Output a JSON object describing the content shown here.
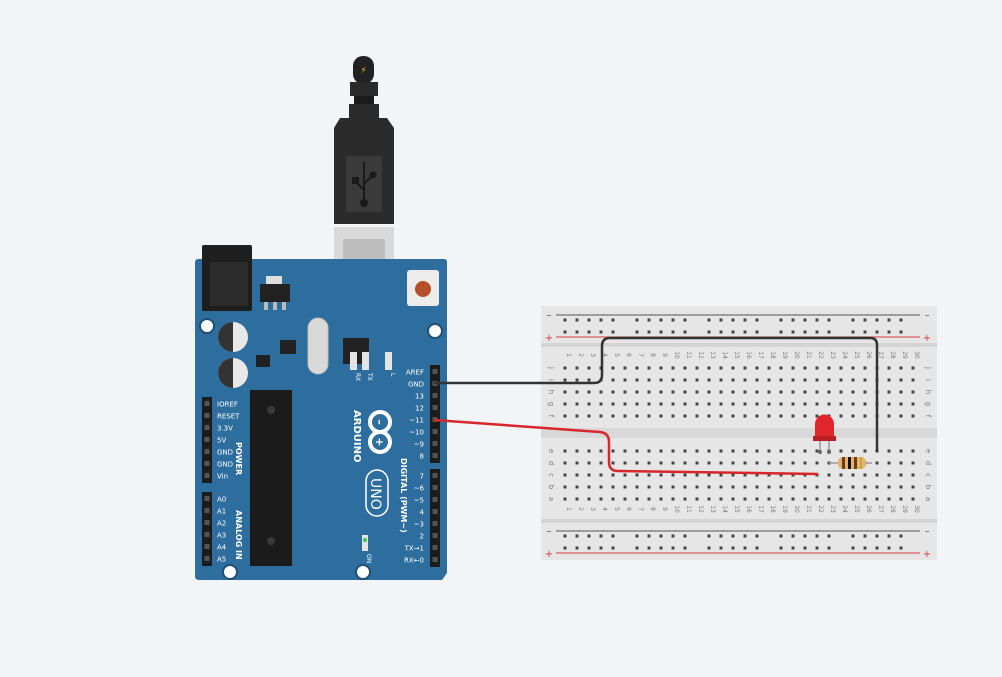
{
  "colors": {
    "background": "#f3f4f6",
    "board": "#2e6e9e",
    "board_dark": "#1f4f74",
    "breadboard": "#e6e6e6",
    "rail_red": "#d23a3a",
    "rail_dark": "#555555",
    "wire_red": "#d9262b",
    "wire_black": "#333333",
    "led": "#e0262b",
    "usb_cable": "#222222"
  },
  "arduino": {
    "brand": "ARDUINO",
    "model": "UNO",
    "on_label": "ON",
    "power_header_title": "POWER",
    "analog_header_title": "ANALOG IN",
    "digital_header_title": "DIGITAL (PWM~)",
    "power_pins": [
      "IOREF",
      "RESET",
      "3.3V",
      "5V",
      "GND",
      "GND",
      "Vin"
    ],
    "analog_pins": [
      "A0",
      "A1",
      "A2",
      "A3",
      "A4",
      "A5"
    ],
    "digital_pins_top": [
      "AREF",
      "GND",
      "13",
      "12",
      "~11",
      "~10",
      "~9",
      "8"
    ],
    "digital_pins_bottom": [
      "7",
      "~6",
      "~5",
      "4",
      "~3",
      "2",
      "TX→1",
      "RX←0"
    ],
    "led_labels": [
      "RX",
      "TX",
      "L"
    ],
    "usb_icon": "usb-icon",
    "power_icon": "lightning-icon"
  },
  "breadboard": {
    "columns": [
      "1",
      "2",
      "3",
      "4",
      "5",
      "6",
      "7",
      "8",
      "9",
      "10",
      "11",
      "12",
      "13",
      "14",
      "15",
      "16",
      "17",
      "18",
      "19",
      "20",
      "21",
      "22",
      "23",
      "24",
      "25",
      "26",
      "27",
      "28",
      "29",
      "30"
    ],
    "rows_top": [
      "j",
      "i",
      "h",
      "g",
      "f"
    ],
    "rows_bottom": [
      "e",
      "d",
      "c",
      "b",
      "a"
    ],
    "rail_minus": "–",
    "rail_plus": "+"
  }
}
